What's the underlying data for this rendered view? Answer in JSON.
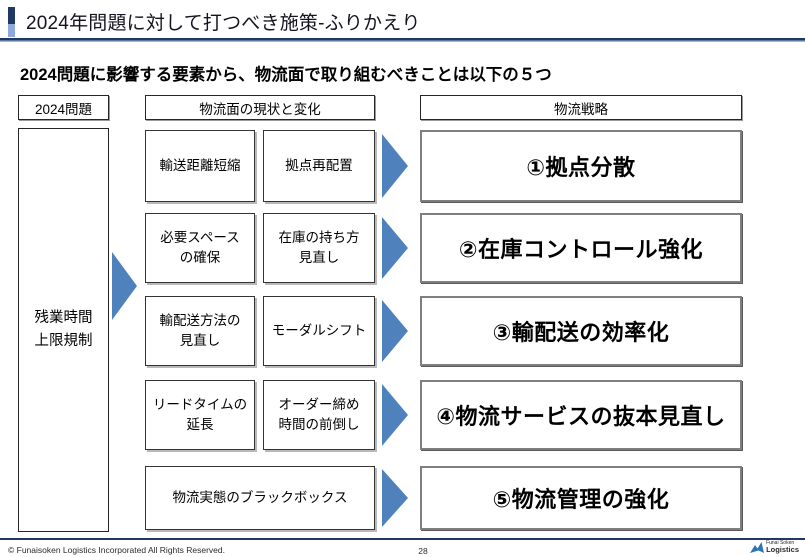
{
  "slide": {
    "title": "2024年問題に対して打つべき施策-ふりかえり",
    "subtitle": "2024問題に影響する要素から、物流面で取り組むべきことは以下の５つ"
  },
  "columns": {
    "left_header": "2024問題",
    "middle_header": "物流面の現状と変化",
    "right_header": "物流戦略"
  },
  "left_box": "残業時間\n上限規制",
  "rows": [
    {
      "factor1": "輸送距離短縮",
      "factor2": "拠点再配置",
      "strategy": "①拠点分散"
    },
    {
      "factor1": "必要スペース\nの確保",
      "factor2": "在庫の持ち方\n見直し",
      "strategy": "②在庫コントロール強化"
    },
    {
      "factor1": "輸配送方法の\n見直し",
      "factor2": "モーダルシフト",
      "strategy": "③輸配送の効率化"
    },
    {
      "factor1": "リードタイムの\n延長",
      "factor2": "オーダー締め\n時間の前倒し",
      "strategy": "④物流サービスの抜本見直し"
    },
    {
      "factor_wide": "物流実態のブラックボックス",
      "strategy": "⑤物流管理の強化"
    }
  ],
  "footer": {
    "copyright": "© Funaisoken Logistics Incorporated All Rights Reserved.",
    "page_number": "28"
  },
  "logo": {
    "line1": "Funai Soken",
    "line2": "Logistics"
  },
  "colors": {
    "navy": "#1F3864",
    "light_blue": "#8EAADB",
    "arrow_blue": "#4F81BD",
    "box_border_gray": "#7F7F7F"
  }
}
